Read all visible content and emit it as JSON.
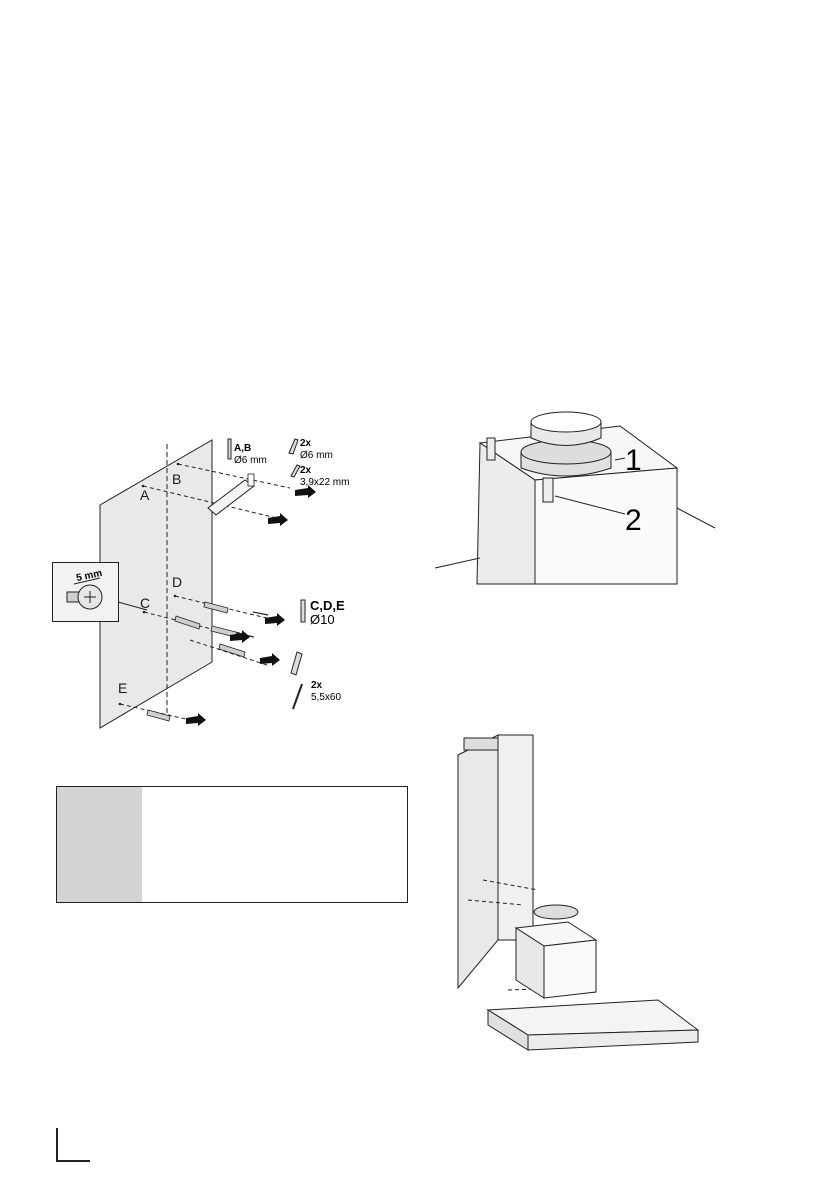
{
  "figure1": {
    "labels": {
      "a": "A",
      "b": "B",
      "c": "C",
      "d": "D",
      "e": "E"
    },
    "inset_label": "5 mm",
    "parts": {
      "ab_title": "A,B",
      "ab_size": "Ø6 mm",
      "dowel_qty": "2x",
      "dowel_size": "Ø6 mm",
      "screw_small_qty": "2x",
      "screw_small_size": "3,9x22 mm",
      "cde_title": "C,D,E",
      "cde_size": "Ø10",
      "screw_large_qty": "2x",
      "screw_large_size": "5,5x60"
    }
  },
  "figure2": {
    "callout_1": "1",
    "callout_2": "2"
  },
  "note": {
    "text": ""
  }
}
